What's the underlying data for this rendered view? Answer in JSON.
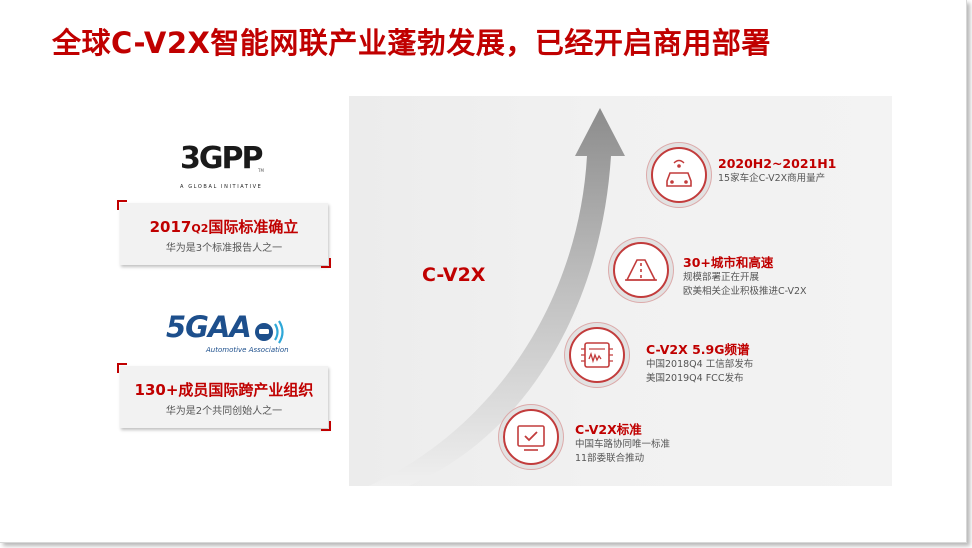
{
  "slide": {
    "title": "全球C-V2X智能网联产业蓬勃发展，已经开启商用部署"
  },
  "left": {
    "logo_3gpp": {
      "mark": "3GPP",
      "tagline": "A GLOBAL INITIATIVE",
      "tm": "TM"
    },
    "logo_5gaa": {
      "mark": "5GAA",
      "subtitle": "Automotive Association"
    },
    "box1": {
      "year": "2017",
      "q": "Q2",
      "heading_rest": "国际标准确立",
      "sub": "华为是3个标准报告人之一"
    },
    "box2": {
      "heading": "130+成员国际跨产业组织",
      "sub": "华为是2个共同创始人之一"
    }
  },
  "right": {
    "arrow_label": "C-V2X",
    "milestones": [
      {
        "title": "2020H2~2021H1",
        "lines": [
          "15家车企C-V2X商用量产"
        ],
        "icon": "connected-car-icon"
      },
      {
        "title": "30+城市和高速",
        "lines": [
          "规模部署正在开展",
          "欧美相关企业积极推进C-V2X"
        ],
        "icon": "highway-icon"
      },
      {
        "title": "C-V2X 5.9G频谱",
        "lines": [
          "中国2018Q4 工信部发布",
          "美国2019Q4 FCC发布"
        ],
        "icon": "spectrum-chip-icon"
      },
      {
        "title": "C-V2X标准",
        "lines": [
          "中国车路协同唯一标准",
          "11部委联合推动"
        ],
        "icon": "standard-checklist-icon"
      }
    ]
  },
  "colors": {
    "accent": "#c00000",
    "panel": "#f0f0f0",
    "text_gray": "#555555"
  }
}
